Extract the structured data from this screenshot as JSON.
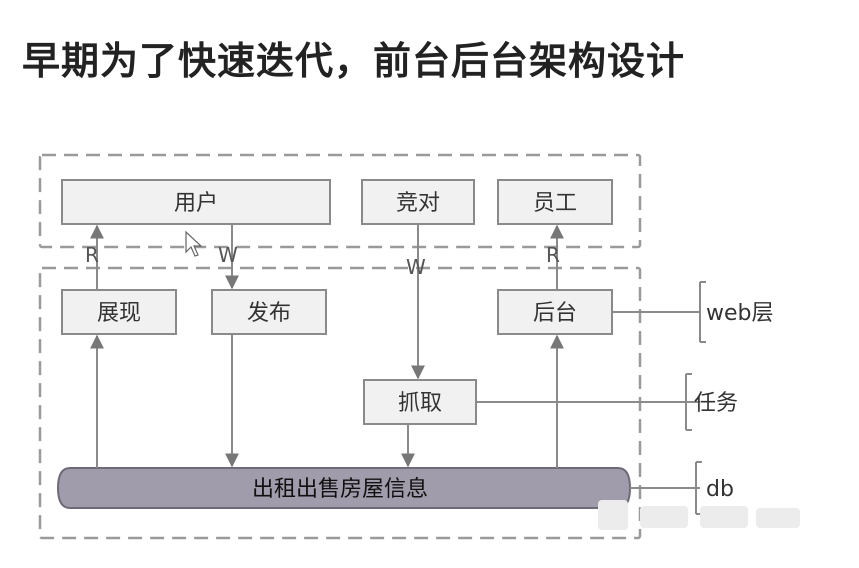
{
  "title": "早期为了快速迭代，前台后台架构设计",
  "nodes": {
    "user": "用户",
    "competitor": "竞对",
    "staff": "员工",
    "display": "展现",
    "publish": "发布",
    "backend": "后台",
    "crawl": "抓取",
    "db_info": "出租出售房屋信息"
  },
  "edges": {
    "r1": "R",
    "w1": "W",
    "w2": "W",
    "r2": "R"
  },
  "side_labels": {
    "web": "web层",
    "task": "任务",
    "db": "db"
  }
}
